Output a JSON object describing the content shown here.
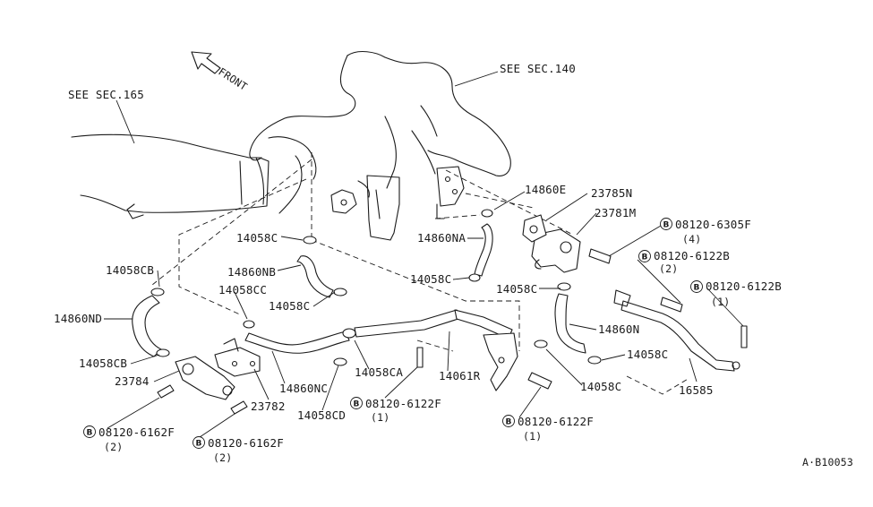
{
  "diagram": {
    "front_label": "FRONT",
    "see_sec_165": "SEE SEC.165",
    "see_sec_140": "SEE SEC.140",
    "drawing_code": "A·B10053",
    "bolt_badge": "B",
    "parts": {
      "p14860E": "14860E",
      "p23785N": "23785N",
      "p23781M": "23781M",
      "b6305F": "08120-6305F",
      "b6305F_qty": "(4)",
      "b6122B_1": "08120-6122B",
      "b6122B_1_qty": "(2)",
      "b6122B_2": "08120-6122B",
      "b6122B_2_qty": "(1)",
      "p14058C_a": "14058C",
      "p14860NA": "14860NA",
      "p14058CB_top": "14058CB",
      "p14860NB": "14860NB",
      "p14058CC": "14058CC",
      "p14058C_b": "14058C",
      "p14058C_c": "14058C",
      "p14058C_d": "14058C",
      "p14860ND": "14860ND",
      "p14860N": "14860N",
      "p14058C_e": "14058C",
      "p14058CB_bot": "14058CB",
      "p23784": "23784",
      "p23782": "23782",
      "p14860NC": "14860NC",
      "p14058CA": "14058CA",
      "p14061R": "14061R",
      "p14058C_f": "14058C",
      "p16585": "16585",
      "p14058CD": "14058CD",
      "b6122F_a": "08120-6122F",
      "b6122F_a_qty": "(1)",
      "b6122F_b": "08120-6122F",
      "b6122F_b_qty": "(1)",
      "b6162F_a": "08120-6162F",
      "b6162F_a_qty": "(2)",
      "b6162F_b": "08120-6162F",
      "b6162F_b_qty": "(2)"
    }
  }
}
